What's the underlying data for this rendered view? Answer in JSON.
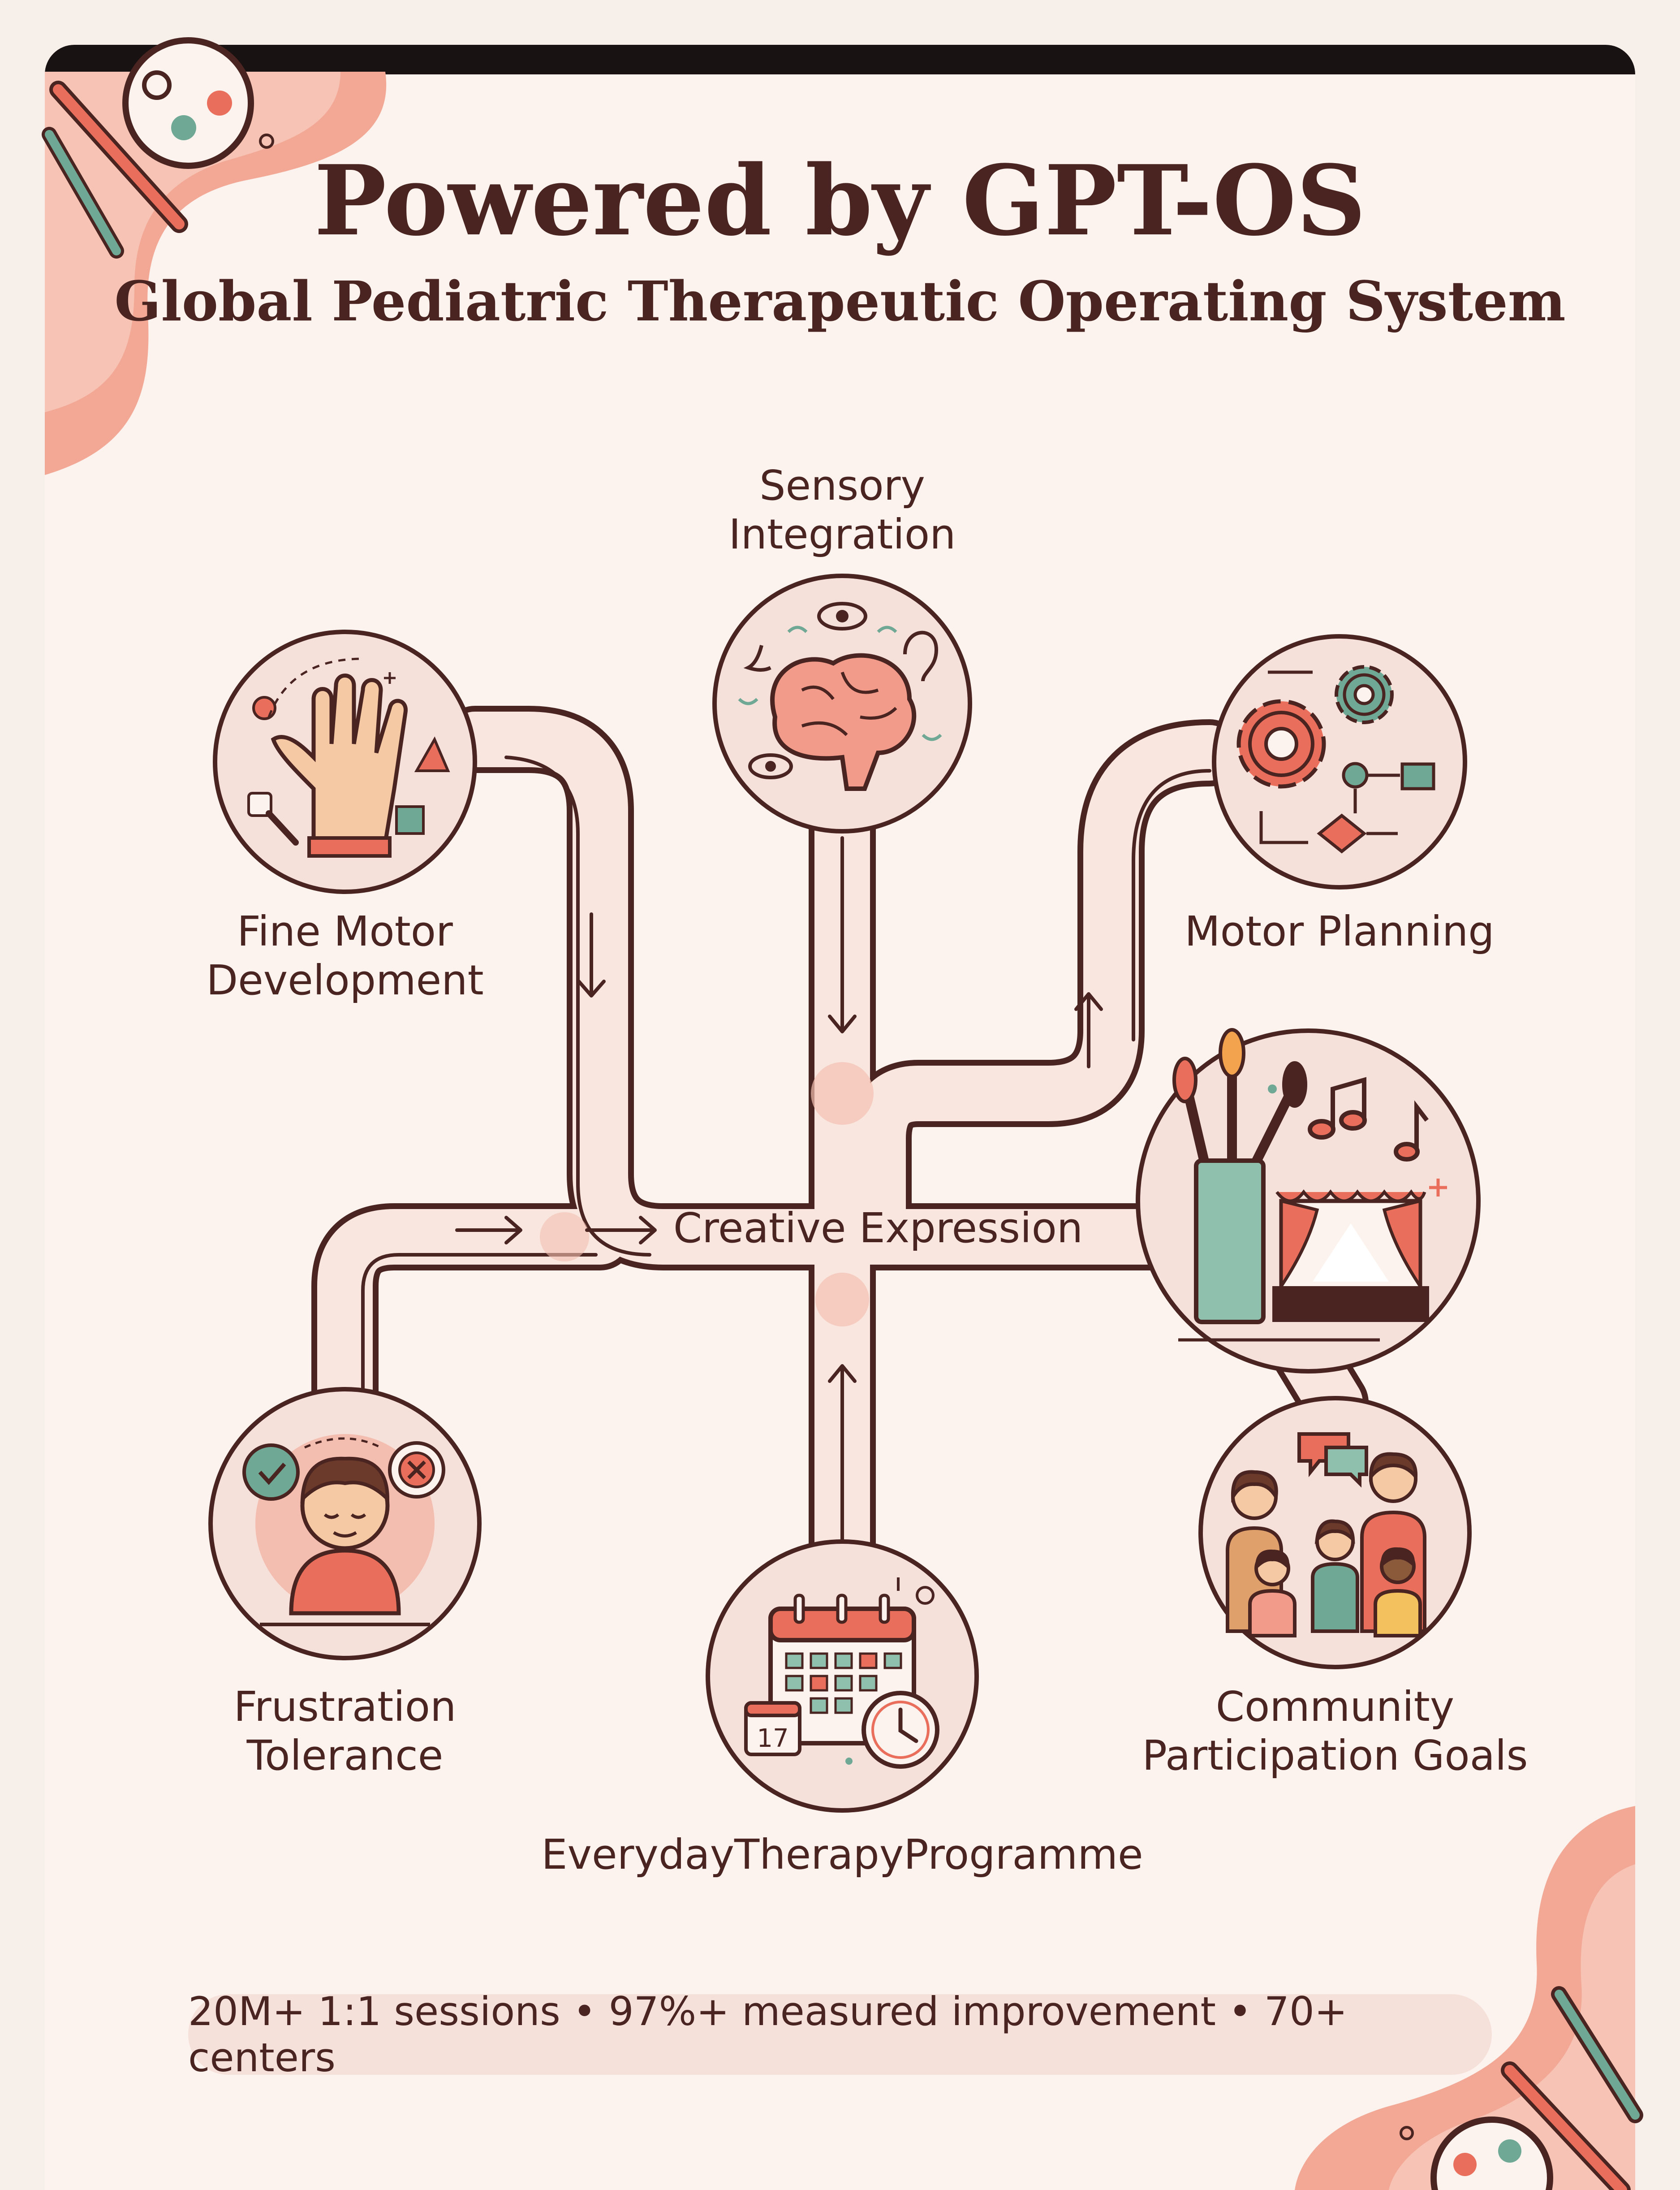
{
  "header": {
    "title": "Powered by GPT-OS",
    "subtitle": "Global Pediatric Therapeutic Operating System"
  },
  "nodes": {
    "sensory": "Sensory\nIntegration",
    "fine_motor": "Fine Motor\nDevelopment",
    "motor_planning": "Motor Planning",
    "creative": "Creative Expression",
    "frustration": "Frustration\nTolerance",
    "everyday": "EverydayTherapyProgramme",
    "community": "Community\nParticipation Goals"
  },
  "calendar_day": "17",
  "stats": "20M+ 1:1 sessions • 97%+ measured improvement • 70+ centers",
  "colors": {
    "ink": "#4a2420",
    "coral": "#e96f5c",
    "teal": "#6fa996",
    "circle_fill": "#f6e1da",
    "path_fill": "#f9e6de",
    "background": "#fcf3ee"
  }
}
